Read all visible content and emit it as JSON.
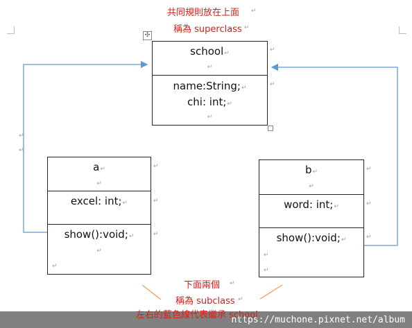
{
  "header": {
    "line1": "共同規則放在上面",
    "line2": "稱為 superclass"
  },
  "classes": {
    "school": {
      "name": "school",
      "attr1": "name:String;",
      "attr2": "chi: int;"
    },
    "a": {
      "name": "a",
      "attr": "excel: int;",
      "method": "show():void;"
    },
    "b": {
      "name": "b",
      "attr": "word: int;",
      "method": "show():void;"
    }
  },
  "footer_notes": {
    "line1": "下面兩個",
    "line2": "稱為 subclass",
    "line3": "左右的藍色線代表繼承 school"
  },
  "paragraph_mark": "↵",
  "move_handle": "✣",
  "watermark": "https://muchone.pixnet.net/album",
  "colors": {
    "annotation": "#d4201a",
    "arrow": "#5b9bd5",
    "callout": "#ed9e61"
  }
}
